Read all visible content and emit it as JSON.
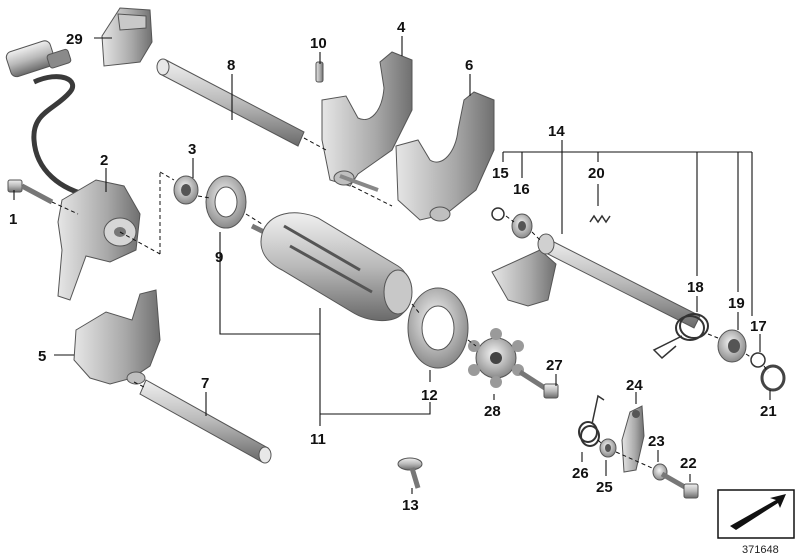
{
  "diagram": {
    "part_numbers": [
      "1",
      "2",
      "3",
      "4",
      "5",
      "6",
      "7",
      "8",
      "9",
      "10",
      "11",
      "12",
      "13",
      "14",
      "15",
      "16",
      "17",
      "18",
      "19",
      "20",
      "21",
      "22",
      "23",
      "24",
      "25",
      "26",
      "27",
      "28",
      "29"
    ],
    "document_number": "371648",
    "colors": {
      "metal_light": "#d9d9d9",
      "metal_mid": "#a9a9a9",
      "metal_dark": "#6e6e6e",
      "line": "#111111"
    },
    "icons": {
      "corner_badge": "arrow-badge-icon"
    }
  }
}
